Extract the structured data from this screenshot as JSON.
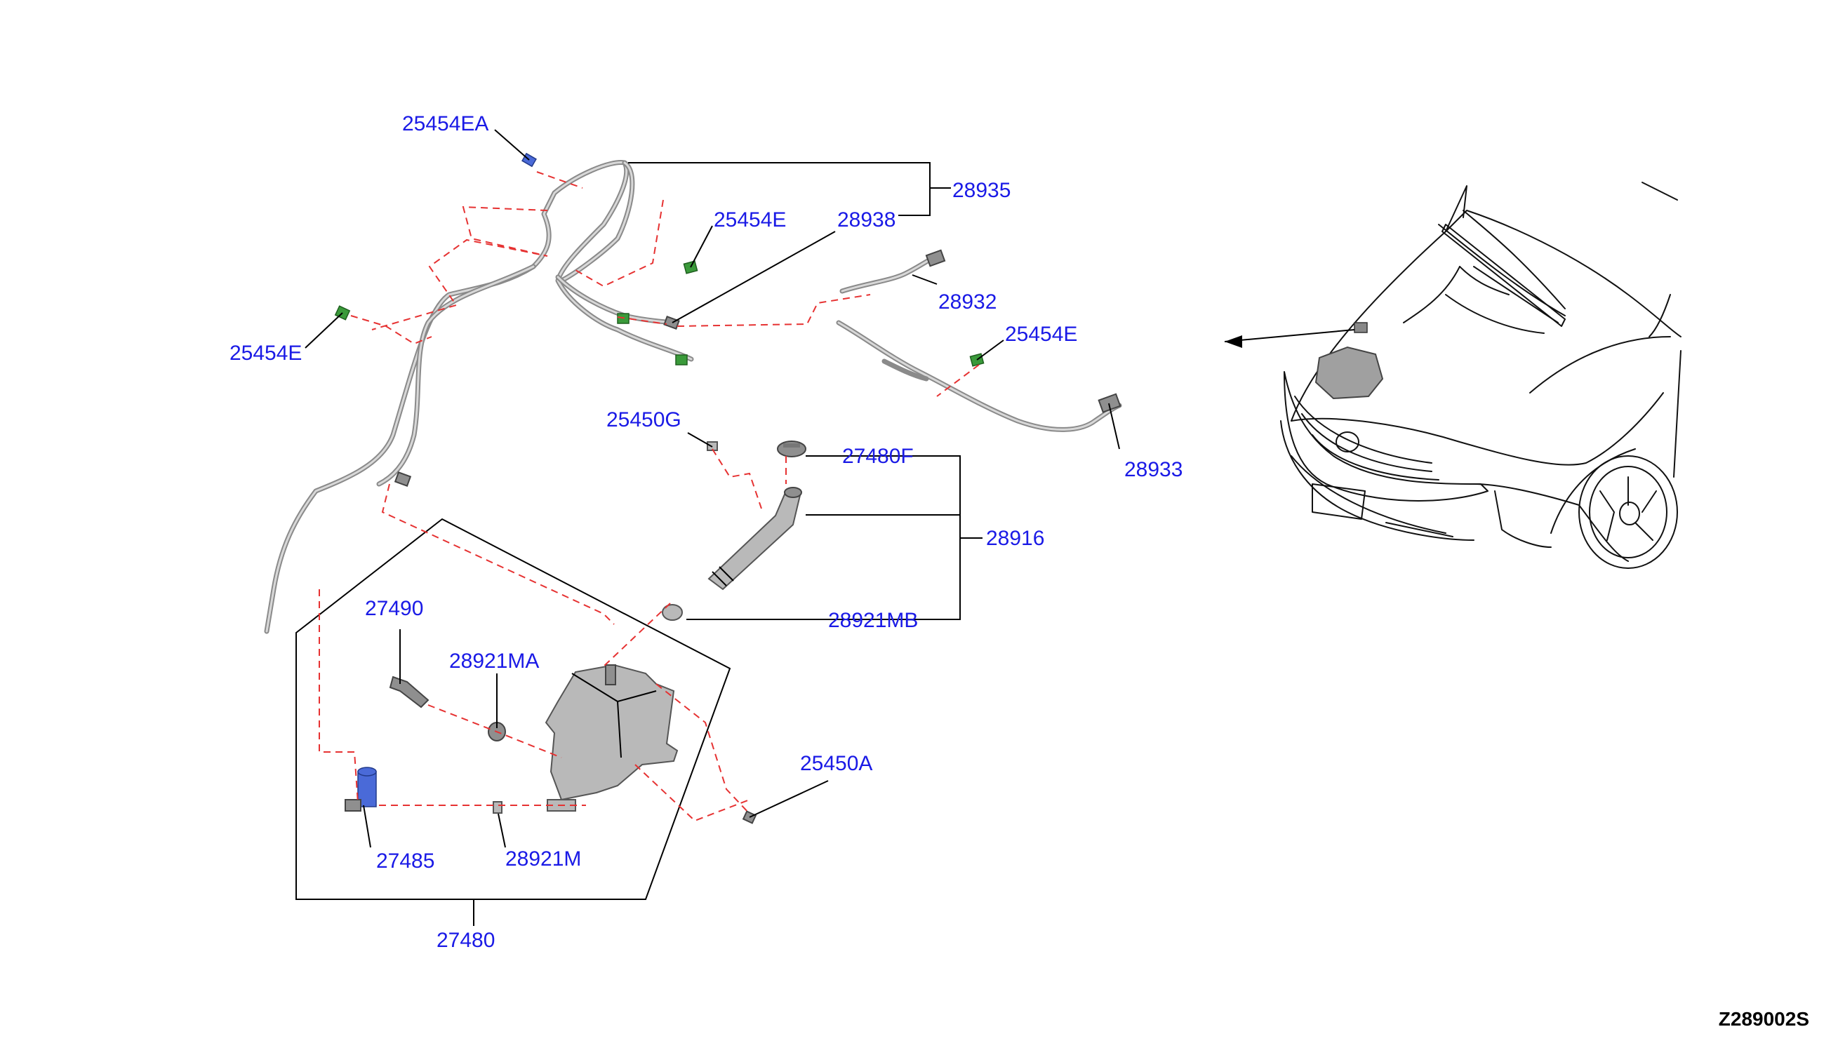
{
  "diagram_code": "Z289002S",
  "callouts": [
    {
      "id": "c-25454EA",
      "text": "25454EA"
    },
    {
      "id": "c-28935",
      "text": "28935"
    },
    {
      "id": "c-25454E-top",
      "text": "25454E"
    },
    {
      "id": "c-28938",
      "text": "28938"
    },
    {
      "id": "c-28932",
      "text": "28932"
    },
    {
      "id": "c-25454E-mid",
      "text": "25454E"
    },
    {
      "id": "c-25454E-left",
      "text": "25454E"
    },
    {
      "id": "c-28933",
      "text": "28933"
    },
    {
      "id": "c-25450G",
      "text": "25450G"
    },
    {
      "id": "c-27480F",
      "text": "27480F"
    },
    {
      "id": "c-28916",
      "text": "28916"
    },
    {
      "id": "c-28921MB",
      "text": "28921MB"
    },
    {
      "id": "c-27490",
      "text": "27490"
    },
    {
      "id": "c-28921MA",
      "text": "28921MA"
    },
    {
      "id": "c-25450A",
      "text": "25450A"
    },
    {
      "id": "c-27485",
      "text": "27485"
    },
    {
      "id": "c-28921M",
      "text": "28921M"
    },
    {
      "id": "c-27480",
      "text": "27480"
    }
  ],
  "colors": {
    "callout_text": "#1a1ae6",
    "phantom_line": "#e63232",
    "leader_line": "#000000",
    "green_connector": "#3a9a3a",
    "blue_connector": "#4a6ad8"
  }
}
